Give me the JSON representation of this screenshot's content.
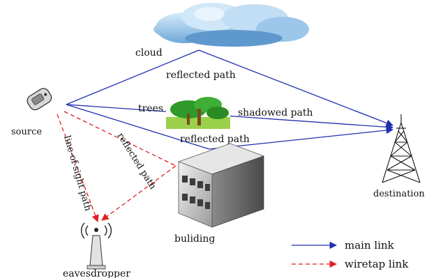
{
  "labels": {
    "cloud": "cloud",
    "source": "source",
    "destination": "destination",
    "trees": "trees",
    "building": "buliding",
    "eavesdropper": "eavesdropper",
    "reflected_path_top": "reflected path",
    "shadowed_path": "shadowed path",
    "reflected_path_building": "reflected path",
    "line_of_sight_path": "line-of-sight path",
    "reflected_path_wiretap": "reflected path"
  },
  "legend": {
    "main_link": "main link",
    "wiretap_link": "wiretap link"
  },
  "colors": {
    "main_link": "#1f2fb0",
    "wiretap_link": "#e02020"
  },
  "icons": [
    "cloud-icon",
    "phone-icon",
    "tower-icon",
    "trees-icon",
    "building-icon",
    "antenna-icon"
  ]
}
